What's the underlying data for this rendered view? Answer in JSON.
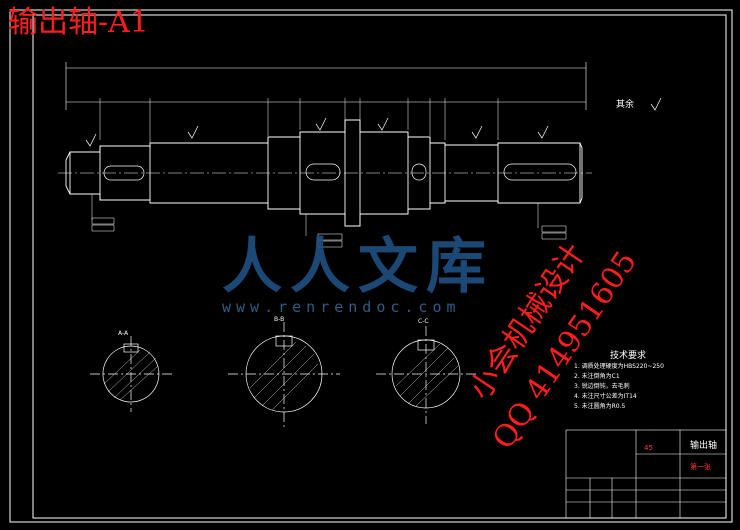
{
  "title": "输出轴-A1",
  "watermark": {
    "logo": "人人文库",
    "url": "www.renrendoc.com"
  },
  "stamp": {
    "line1": "小会机械设计",
    "line2": "QQ 414951605"
  },
  "roughness_note": "其余",
  "sections": [
    "A-A",
    "B-B",
    "C-C"
  ],
  "tech_requirements": {
    "title": "技术要求",
    "items": [
      "1. 调质处理硬度为HBS220~250",
      "2. 未注倒角为C1",
      "3. 锐边倒钝，去毛刺",
      "4. 未注尺寸公差为IT14",
      "5. 未注圆角为R0.5"
    ]
  },
  "title_block": {
    "part_name": "输出轴",
    "material": "45",
    "drawing_no": "第一张"
  },
  "colors": {
    "background": "#000000",
    "lines": "#ffffff",
    "red": "#ff1e1e",
    "watermark": "#1f4f80"
  }
}
